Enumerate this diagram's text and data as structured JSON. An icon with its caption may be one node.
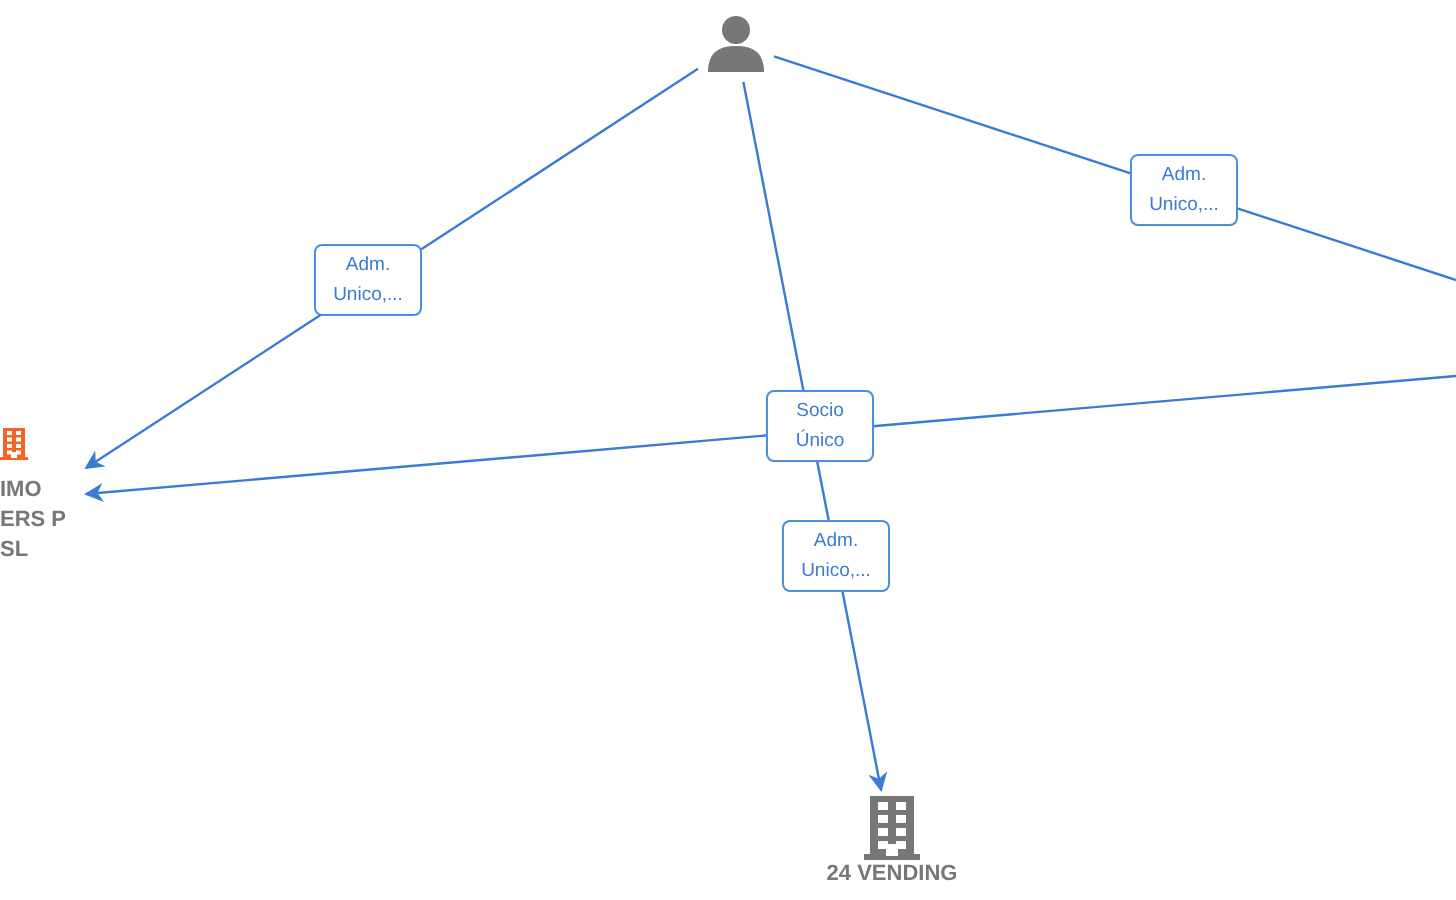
{
  "diagram": {
    "nodes": [
      {
        "text": [],
        "shape": "person"
      },
      {
        "text": [
          "IMO ERS P SL"
        ]
      },
      {
        "text": [
          "24 VENDING"
        ]
      }
    ],
    "edges": [
      {
        "from": 0,
        "to": 1,
        "arrow": "to",
        "label": "Adm. Unico,..."
      },
      {
        "from": 0,
        "to": 2,
        "arrow": "to",
        "label": "Adm. Unico,..."
      },
      {
        "from": 0,
        "to": null,
        "arrow": "none",
        "label": "Adm. Unico,..."
      },
      {
        "from": null,
        "to": 1,
        "arrow": "to",
        "label": "Socio Único"
      }
    ]
  }
}
